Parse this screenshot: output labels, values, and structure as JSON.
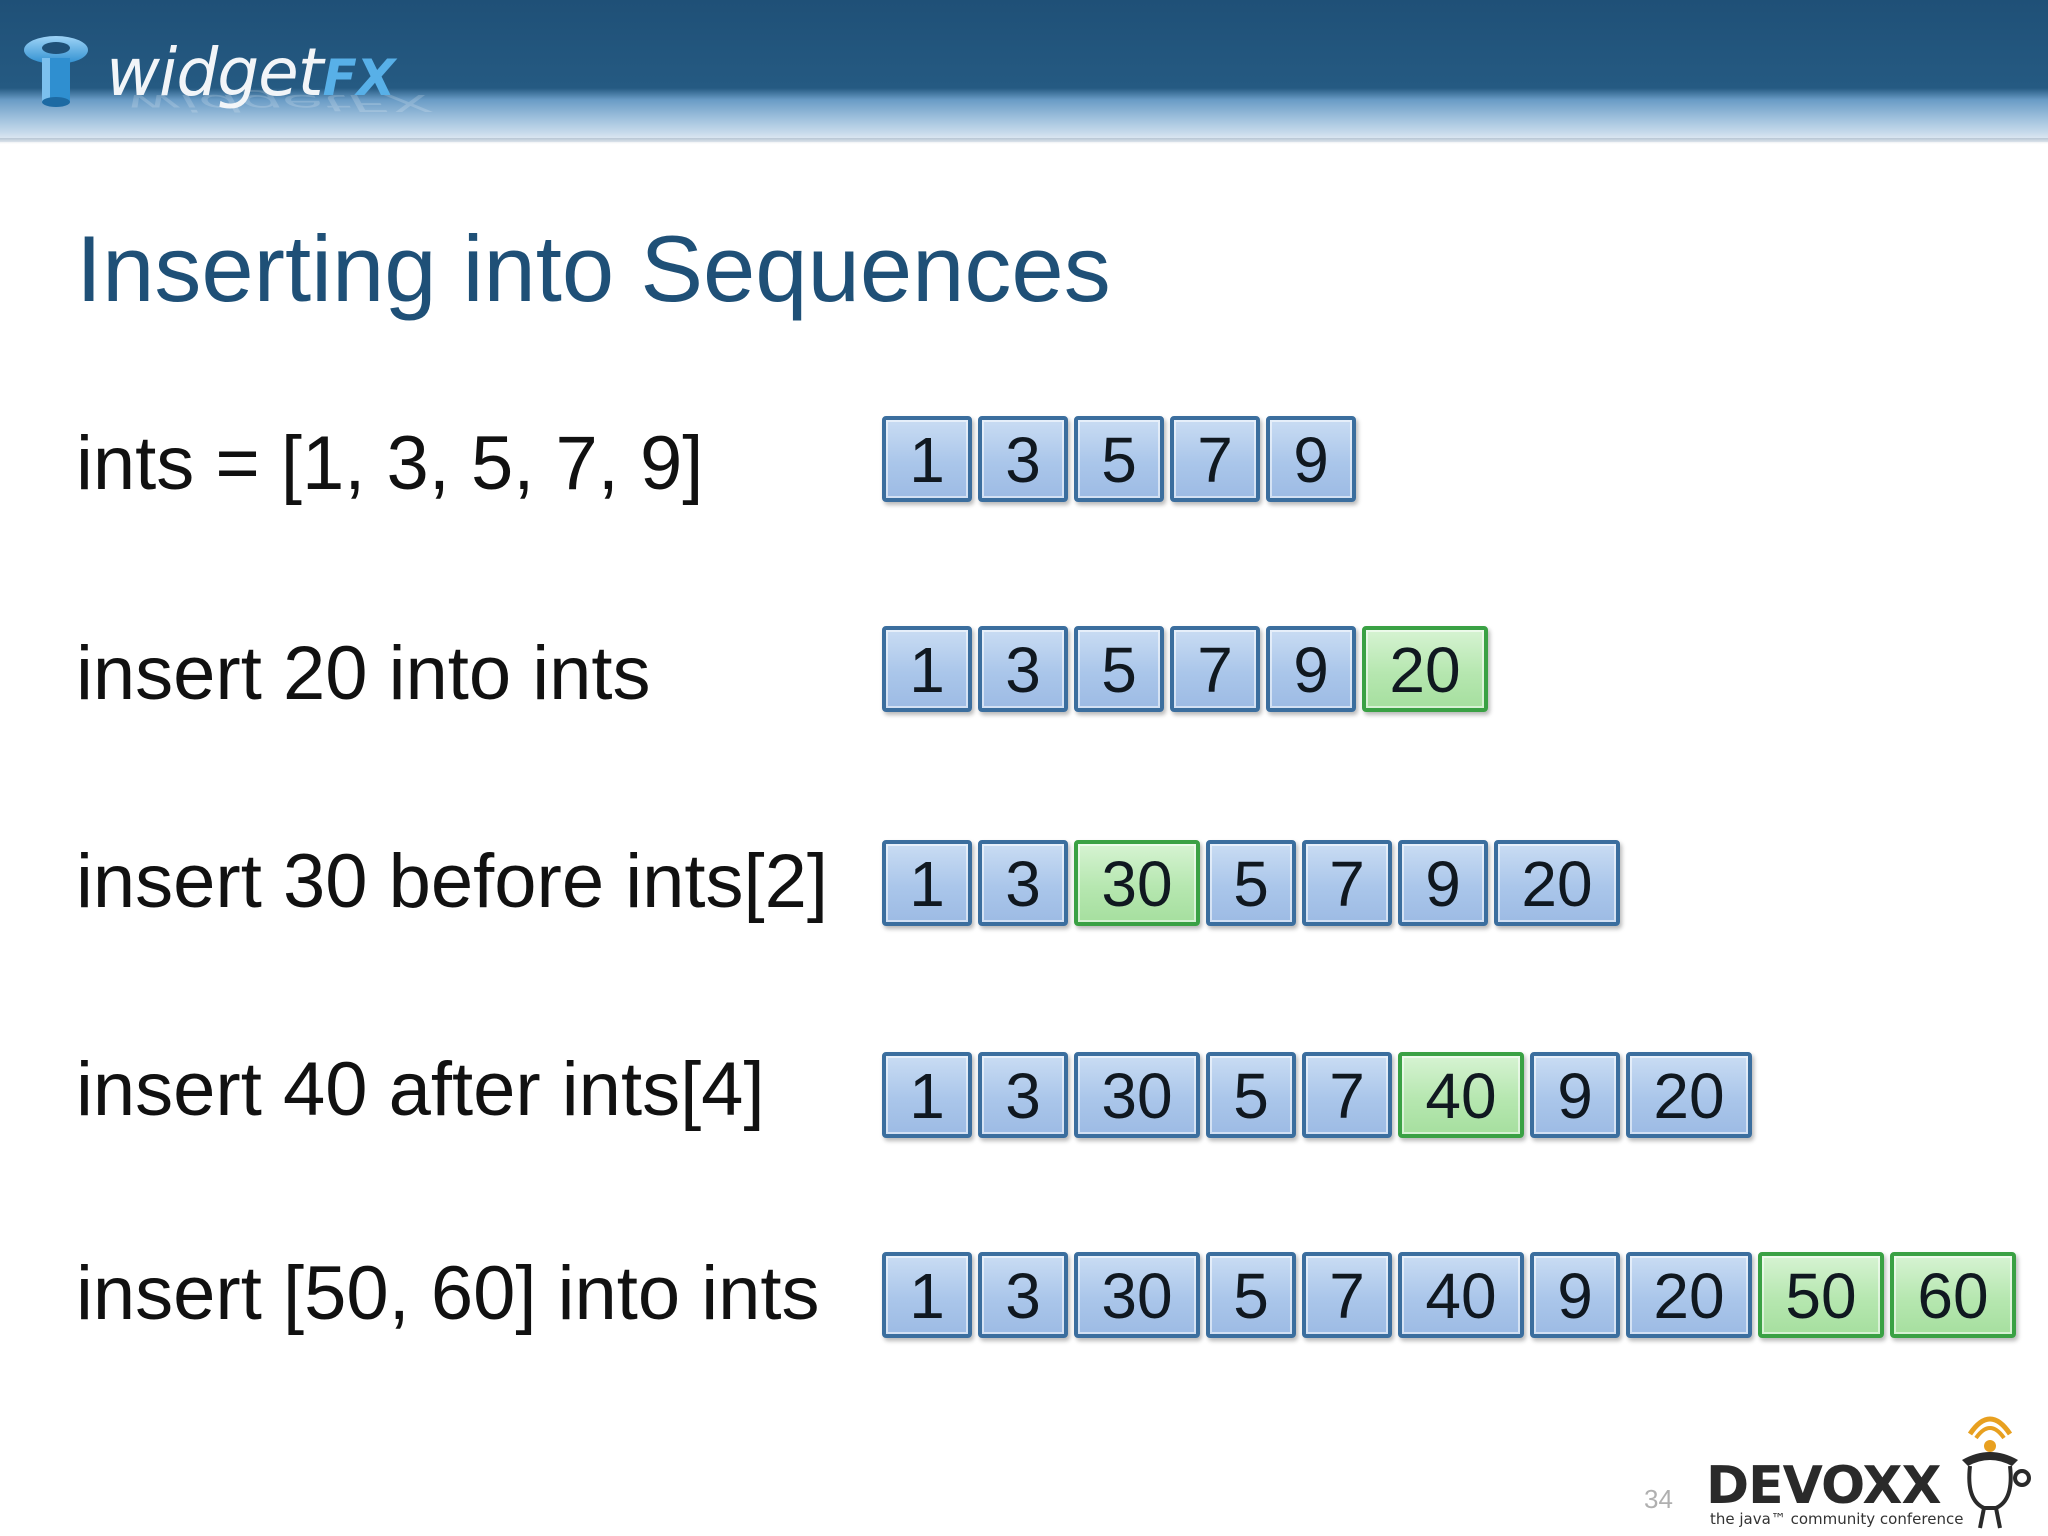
{
  "header": {
    "logo_text": "widget",
    "logo_suffix": "FX"
  },
  "slide": {
    "title": "Inserting into Sequences",
    "page_number": "34"
  },
  "rows": [
    {
      "label": "ints = [1, 3, 5, 7, 9]",
      "cells": [
        {
          "v": "1",
          "new": false
        },
        {
          "v": "3",
          "new": false
        },
        {
          "v": "5",
          "new": false
        },
        {
          "v": "7",
          "new": false
        },
        {
          "v": "9",
          "new": false
        }
      ]
    },
    {
      "label": "insert 20 into ints",
      "cells": [
        {
          "v": "1",
          "new": false
        },
        {
          "v": "3",
          "new": false
        },
        {
          "v": "5",
          "new": false
        },
        {
          "v": "7",
          "new": false
        },
        {
          "v": "9",
          "new": false
        },
        {
          "v": "20",
          "new": true
        }
      ]
    },
    {
      "label": "insert 30 before ints[2]",
      "cells": [
        {
          "v": "1",
          "new": false
        },
        {
          "v": "3",
          "new": false
        },
        {
          "v": "30",
          "new": true
        },
        {
          "v": "5",
          "new": false
        },
        {
          "v": "7",
          "new": false
        },
        {
          "v": "9",
          "new": false
        },
        {
          "v": "20",
          "new": false
        }
      ]
    },
    {
      "label": "insert 40 after ints[4]",
      "cells": [
        {
          "v": "1",
          "new": false
        },
        {
          "v": "3",
          "new": false
        },
        {
          "v": "30",
          "new": false
        },
        {
          "v": "5",
          "new": false
        },
        {
          "v": "7",
          "new": false
        },
        {
          "v": "40",
          "new": true
        },
        {
          "v": "9",
          "new": false
        },
        {
          "v": "20",
          "new": false
        }
      ]
    },
    {
      "label": "insert [50, 60] into ints",
      "cells": [
        {
          "v": "1",
          "new": false
        },
        {
          "v": "3",
          "new": false
        },
        {
          "v": "30",
          "new": false
        },
        {
          "v": "5",
          "new": false
        },
        {
          "v": "7",
          "new": false
        },
        {
          "v": "40",
          "new": false
        },
        {
          "v": "9",
          "new": false
        },
        {
          "v": "20",
          "new": false
        },
        {
          "v": "50",
          "new": true
        },
        {
          "v": "60",
          "new": true
        }
      ]
    }
  ],
  "footer": {
    "devoxx_text": "DEVOXX",
    "devoxx_tagline": "the java™ community conference"
  },
  "colors": {
    "header_blue": "#1f5077",
    "title_blue": "#1f5077",
    "cell_border_blue": "#3b6e9e",
    "cell_fill_blue": "#aac6ea",
    "new_cell_border_green": "#3aa144",
    "new_cell_fill_green": "#b6e7b0"
  },
  "icons": {
    "header_logo": "widgetfx-logo-icon",
    "footer_logo": "devoxx-logo-icon"
  }
}
